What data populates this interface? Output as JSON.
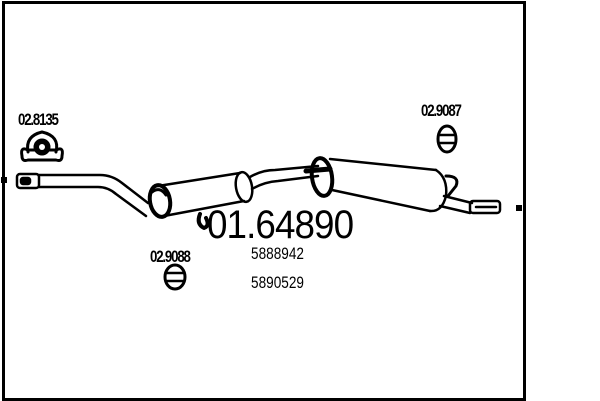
{
  "diagram": {
    "type": "exhaust-system-parts-diagram",
    "main_part_number": "01.64890",
    "oem_numbers": [
      "5888942",
      "5890529"
    ],
    "accessories": [
      {
        "code": "02.8135",
        "kind": "clamp"
      },
      {
        "code": "02.9088",
        "kind": "rubber-mount"
      },
      {
        "code": "02.9087",
        "kind": "rubber-mount"
      }
    ],
    "components": [
      "front-pipe",
      "center-muffler",
      "intermediate-pipe",
      "rear-muffler",
      "tail-pipe"
    ],
    "colors": {
      "line": "#000000",
      "background": "#ffffff"
    }
  }
}
